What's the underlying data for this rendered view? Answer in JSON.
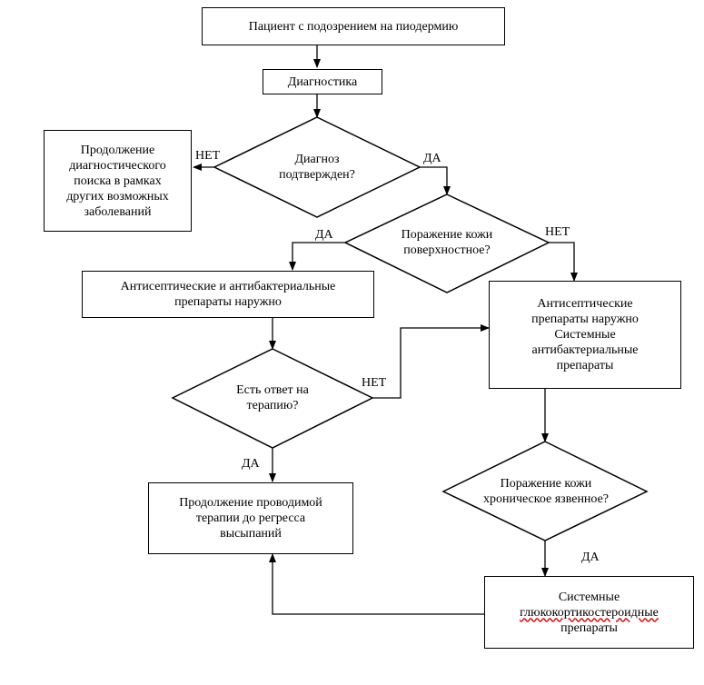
{
  "nodes": {
    "start": "Пациент с подозрением на пиодермию",
    "diag": "Диагностика",
    "d1": "Диагноз\nподтвержден?",
    "cont_search": "Продолжение\nдиагностического\nпоиска в рамках\nдругих возможных\nзаболеваний",
    "d2": "Поражение кожи\nповерхностное?",
    "topical": "Антисептические и антибактериальные\nпрепараты наружно",
    "systemic_line1": "Антисептические\nпрепараты наружно",
    "systemic_line2": "Системные\nантибактериальные\nпрепараты",
    "d3": "Есть ответ на\nтерапию?",
    "continue": "Продолжение проводимой\nтерапии до регресса\nвысыпаний",
    "d4": "Поражение кожи\nхроническое язвенное?",
    "gcs_line1": "Системные",
    "gcs_line2": "глюкокортикостероидные",
    "gcs_line3": "препараты"
  },
  "labels": {
    "d1_no": "НЕТ",
    "d1_yes": "ДА",
    "d2_yes": "ДА",
    "d2_no": "НЕТ",
    "d3_no": "НЕТ",
    "d3_yes": "ДА",
    "d4_yes": "ДА"
  }
}
